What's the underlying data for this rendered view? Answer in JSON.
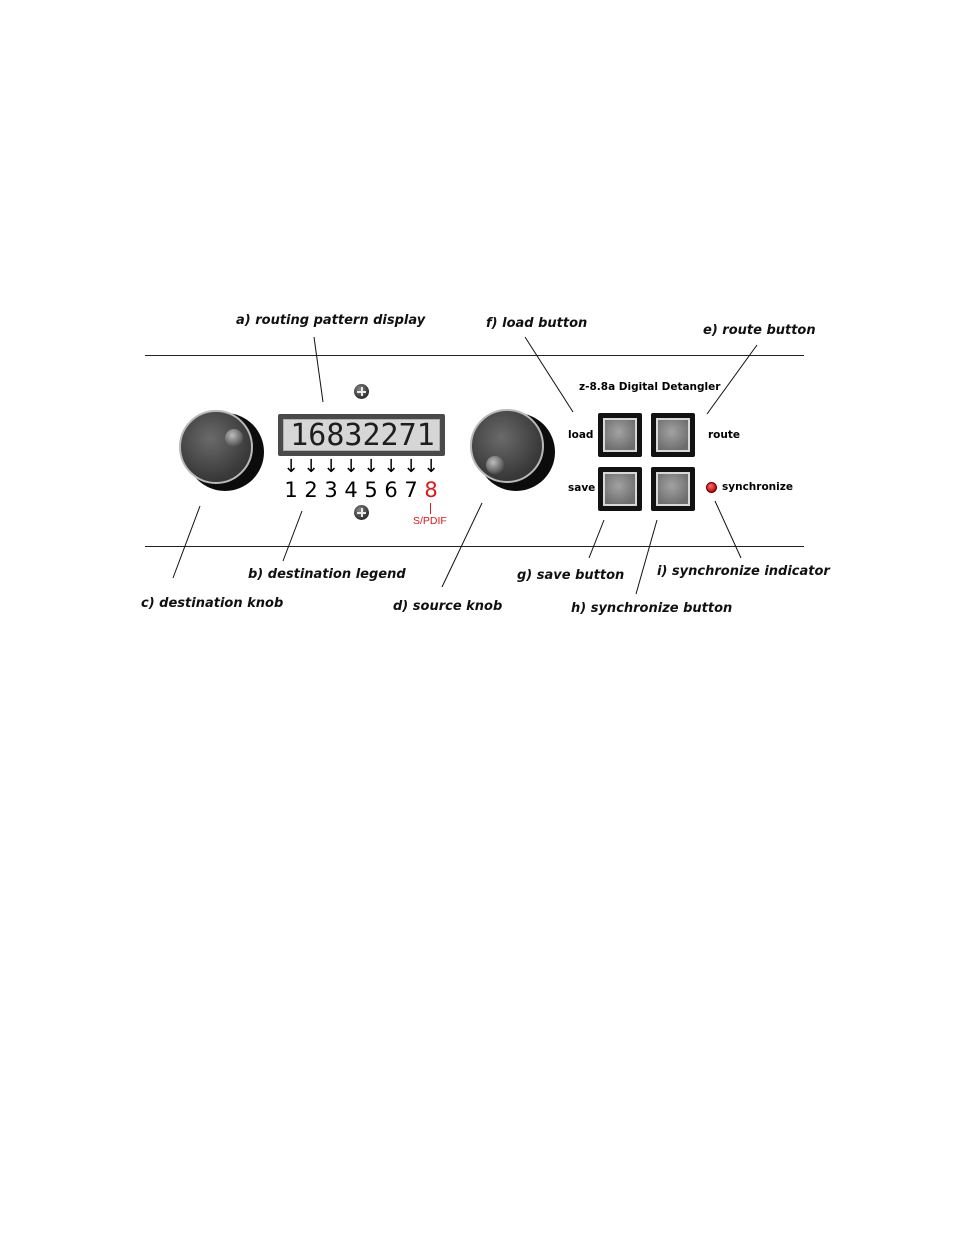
{
  "panel": {
    "title": "z-8.8a Digital Detangler",
    "display_text": "16832271",
    "legend": [
      {
        "arrow": "↓",
        "number": "1"
      },
      {
        "arrow": "↓",
        "number": "2"
      },
      {
        "arrow": "↓",
        "number": "3"
      },
      {
        "arrow": "↓",
        "number": "4"
      },
      {
        "arrow": "↓",
        "number": "5"
      },
      {
        "arrow": "↓",
        "number": "6"
      },
      {
        "arrow": "↓",
        "number": "7"
      },
      {
        "arrow": "↓",
        "number": "8"
      }
    ],
    "spdif_label": "S/PDIF",
    "button_labels": {
      "load": "load",
      "route": "route",
      "save": "save",
      "synchronize": "synchronize"
    }
  },
  "callouts": {
    "a": "a) routing pattern display",
    "b": "b) destination legend",
    "c": "c) destination knob",
    "d": "d) source knob",
    "e": "e) route button",
    "f": "f) load button",
    "g": "g) save button",
    "h": "h) synchronize button",
    "i": "i) synchronize indicator"
  },
  "colors": {
    "highlight": "#e0161b",
    "panel_line": "#222222"
  }
}
